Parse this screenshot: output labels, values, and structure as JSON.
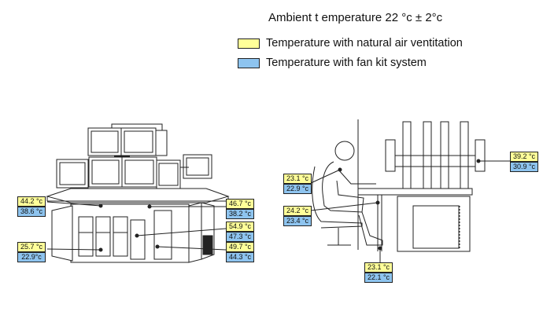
{
  "header": {
    "ambient": "Ambient t emperature  22 °c ± 2°c"
  },
  "legend": [
    {
      "label": "Temperature with natural air ventitation",
      "color": "#ffff99"
    },
    {
      "label": "Temperature with fan kit system",
      "color": "#8ec4ef"
    }
  ],
  "left_console": {
    "top_left": {
      "natural": "44.2 °c",
      "fan": "38.6 °c"
    },
    "top_right": {
      "natural": "46.7 °c",
      "fan": "38.2 °c"
    },
    "mid_right": {
      "natural": "54.9 °c",
      "fan": "47.3 °c"
    },
    "bottom_left": {
      "natural": "25.7 °c",
      "fan": "22.9°c"
    },
    "bottom_right": {
      "natural": "49.7 °c",
      "fan": "44.3 °c"
    }
  },
  "right_console": {
    "upper_left": {
      "natural": "23.1 °c",
      "fan": "22.9 °c"
    },
    "mid_left": {
      "natural": "24.2 °c",
      "fan": "23.4 °c"
    },
    "bottom": {
      "natural": "23.1 °c",
      "fan": "22.1 °c"
    },
    "monitor_right": {
      "natural": "39.2 °c",
      "fan": "30.9 °c"
    }
  }
}
